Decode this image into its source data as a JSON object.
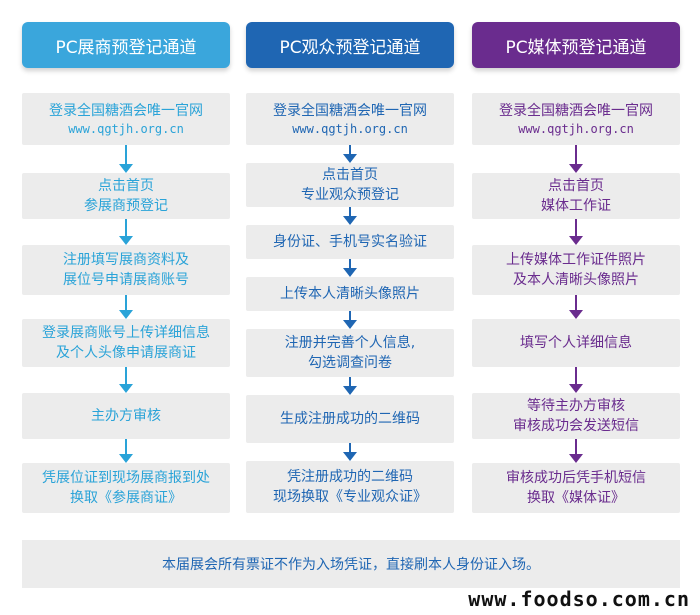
{
  "columns": [
    {
      "title": "PC展商预登记通道",
      "steps": [
        {
          "lines": [
            "登录全国糖酒会唯一官网",
            "www.qgtjh.org.cn"
          ]
        },
        {
          "lines": [
            "点击首页",
            "参展商预登记"
          ]
        },
        {
          "lines": [
            "注册填写展商资料及",
            "展位号申请展商账号"
          ]
        },
        {
          "lines": [
            "登录展商账号上传详细信息",
            "及个人头像申请展商证"
          ]
        },
        {
          "lines": [
            "主办方审核"
          ]
        },
        {
          "lines": [
            "凭展位证到现场展商报到处",
            "换取《参展商证》"
          ]
        }
      ]
    },
    {
      "title": "PC观众预登记通道",
      "steps": [
        {
          "lines": [
            "登录全国糖酒会唯一官网",
            "www.qgtjh.org.cn"
          ]
        },
        {
          "lines": [
            "点击首页",
            "专业观众预登记"
          ]
        },
        {
          "lines": [
            "身份证、手机号实名验证"
          ]
        },
        {
          "lines": [
            "上传本人清晰头像照片"
          ]
        },
        {
          "lines": [
            "注册并完善个人信息,",
            "勾选调查问卷"
          ]
        },
        {
          "lines": [
            "生成注册成功的二维码"
          ]
        },
        {
          "lines": [
            "凭注册成功的二维码",
            "现场换取《专业观众证》"
          ]
        }
      ]
    },
    {
      "title": "PC媒体预登记通道",
      "steps": [
        {
          "lines": [
            "登录全国糖酒会唯一官网",
            "www.qgtjh.org.cn"
          ]
        },
        {
          "lines": [
            "点击首页",
            "媒体工作证"
          ]
        },
        {
          "lines": [
            "上传媒体工作证件照片",
            "及本人清晰头像照片"
          ]
        },
        {
          "lines": [
            "填写个人详细信息"
          ]
        },
        {
          "lines": [
            "等待主办方审核",
            "审核成功会发送短信"
          ]
        },
        {
          "lines": [
            "审核成功后凭手机短信",
            "换取《媒体证》"
          ]
        }
      ]
    }
  ],
  "footer": "本届展会所有票证不作为入场凭证，直接刷本人身份证入场。",
  "watermark": "www.foodso.com.cn",
  "colors": {
    "exhibitor": "#2aa3d8",
    "visitor": "#1f66b3",
    "media": "#6a2c8e",
    "box_bg": "#ececec"
  }
}
